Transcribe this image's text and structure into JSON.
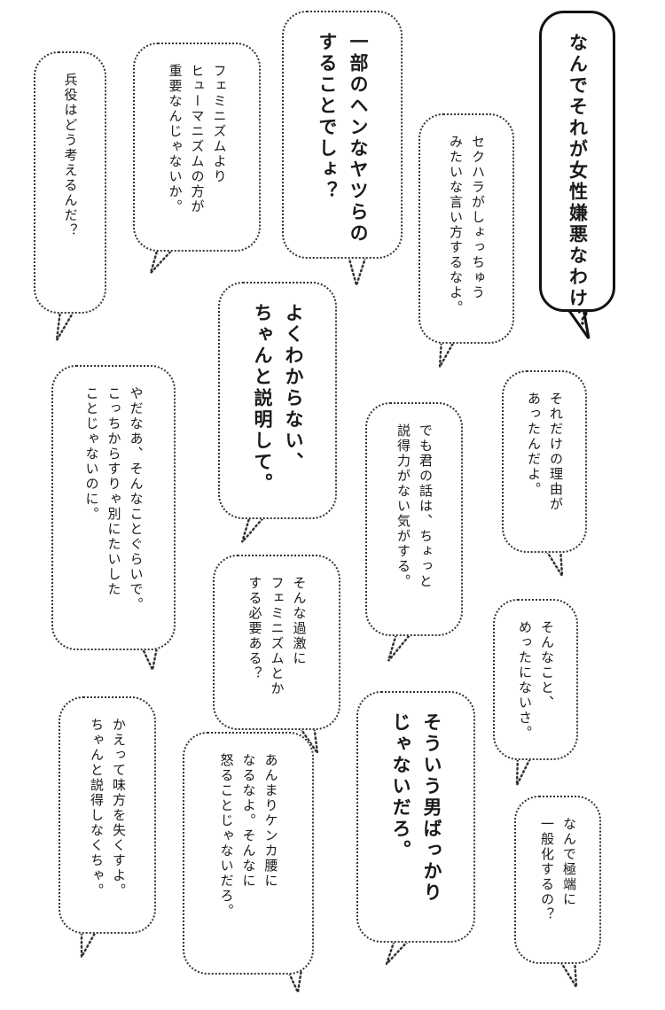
{
  "speech_bubbles": [
    {
      "id": "misogyny",
      "style": "solid-bold",
      "lines": [
        "なんでそれが女性嫌悪なわけ？"
      ]
    },
    {
      "id": "minority",
      "style": "dotted-bold",
      "lines": [
        "一部のヘンなヤツらの",
        "することでしょ？"
      ]
    },
    {
      "id": "humanism",
      "style": "dotted",
      "lines": [
        "フェミニズムより",
        "ヒューマニズムの方が",
        "重要なんじゃないか。"
      ]
    },
    {
      "id": "military",
      "style": "dotted",
      "lines": [
        "兵役はどう考えるんだ？"
      ]
    },
    {
      "id": "harassment",
      "style": "dotted",
      "lines": [
        "セクハラがしょっちゅう",
        "みたいな言い方するなよ。"
      ]
    },
    {
      "id": "explain",
      "style": "dotted-bold",
      "lines": [
        "よくわからない、",
        "ちゃんと説明して。"
      ]
    },
    {
      "id": "trivial",
      "style": "dotted",
      "lines": [
        "やだなあ、そんなことぐらいで。",
        "こっちからすりゃ別にたいした",
        "ことじゃないのに。"
      ]
    },
    {
      "id": "persuasive",
      "style": "dotted",
      "lines": [
        "でも君の話は、ちょっと",
        "説得力がない気がする。"
      ]
    },
    {
      "id": "reason",
      "style": "dotted",
      "lines": [
        "それだけの理由が",
        "あったんだよ。"
      ]
    },
    {
      "id": "extreme",
      "style": "dotted",
      "lines": [
        "そんな過激に",
        "フェミニズムとか",
        "する必要ある？"
      ]
    },
    {
      "id": "rarely",
      "style": "dotted",
      "lines": [
        "そんなこと、",
        "めったにないさ。"
      ]
    },
    {
      "id": "allies",
      "style": "dotted",
      "lines": [
        "かえって味方を失くすよ。",
        "ちゃんと説得しなくちゃ。"
      ]
    },
    {
      "id": "angry",
      "style": "dotted",
      "lines": [
        "あんまりケンカ腰に",
        "なるなよ。そんなに",
        "怒ることじゃないだろ。"
      ]
    },
    {
      "id": "not-all-men",
      "style": "dotted-bold",
      "lines": [
        "そういう男ばっかり",
        "じゃないだろ。"
      ]
    },
    {
      "id": "generalize",
      "style": "dotted",
      "lines": [
        "なんで極端に",
        "一般化するの？"
      ]
    }
  ]
}
